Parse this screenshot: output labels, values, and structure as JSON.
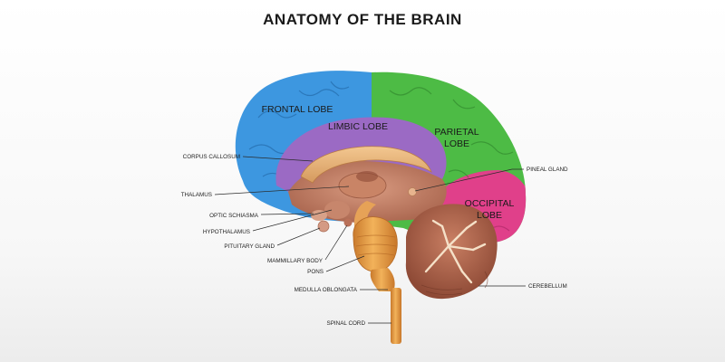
{
  "title": "ANATOMY OF THE BRAIN",
  "lobes": {
    "frontal": "FRONTAL LOBE",
    "limbic": "LIMBIC LOBE",
    "parietal_1": "PARIETAL",
    "parietal_2": "LOBE",
    "occipital_1": "OCCIPITAL",
    "occipital_2": "LOBE"
  },
  "labels_left": {
    "corpus_callosum": "CORPUS CALLOSUM",
    "thalamus": "THALAMUS",
    "optic_schiasma": "OPTIC SCHIASMA",
    "hypothalamus": "HYPOTHALAMUS",
    "pituitary_gland": "PITUITARY GLAND",
    "mammillary_body": "MAMMILLARY BODY",
    "pons": "PONS",
    "medulla_oblongata": "MEDULLA OBLONGATA",
    "spinal_cord": "SPINAL CORD"
  },
  "labels_right": {
    "pineal_gland": "PINEAL GLAND",
    "cerebellum": "CEREBELLUM"
  },
  "colors": {
    "frontal": "#3d97e0",
    "parietal": "#4dbb45",
    "occipital": "#e0408a",
    "limbic": "#9b6ac4",
    "inner_tissue": "#c2826a",
    "corpus_callosum": "#e8b27a",
    "brainstem": "#e89a3c",
    "cerebellum": "#b3664d"
  }
}
